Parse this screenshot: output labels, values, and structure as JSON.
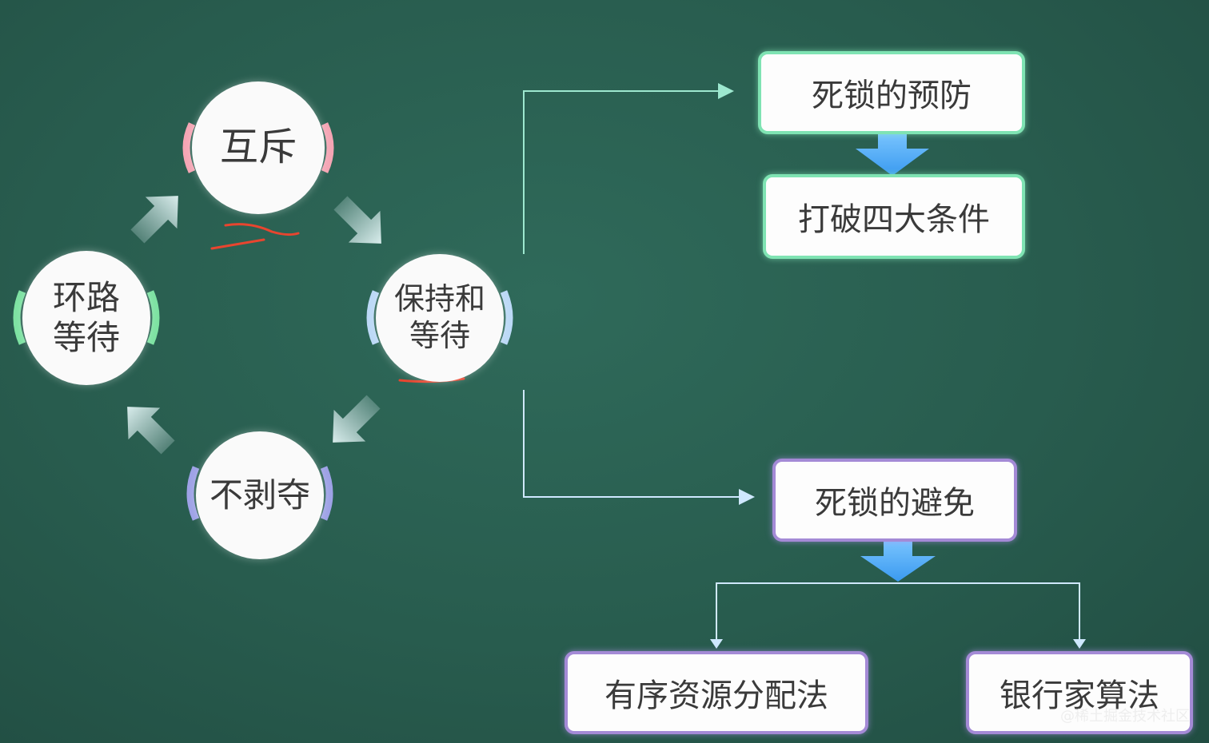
{
  "conditions": {
    "mutual_exclusion": "互斥",
    "hold_and_wait": "保持和\n等待",
    "no_preemption": "不剥夺",
    "circular_wait": "环路\n等待"
  },
  "prevention": {
    "title": "死锁的预防",
    "method": "打破四大条件"
  },
  "avoidance": {
    "title": "死锁的避免",
    "methods": [
      "有序资源分配法",
      "银行家算法"
    ]
  },
  "watermark": "@稀土掘金技术社区",
  "colors": {
    "background": "#285c4e",
    "prevention_border": "#7fe3b3",
    "avoidance_border": "#a48ad6",
    "flow_arrow": "#4aa8f0",
    "connector_line": "#bfe9ff",
    "annotation_mark": "#e8452f"
  }
}
